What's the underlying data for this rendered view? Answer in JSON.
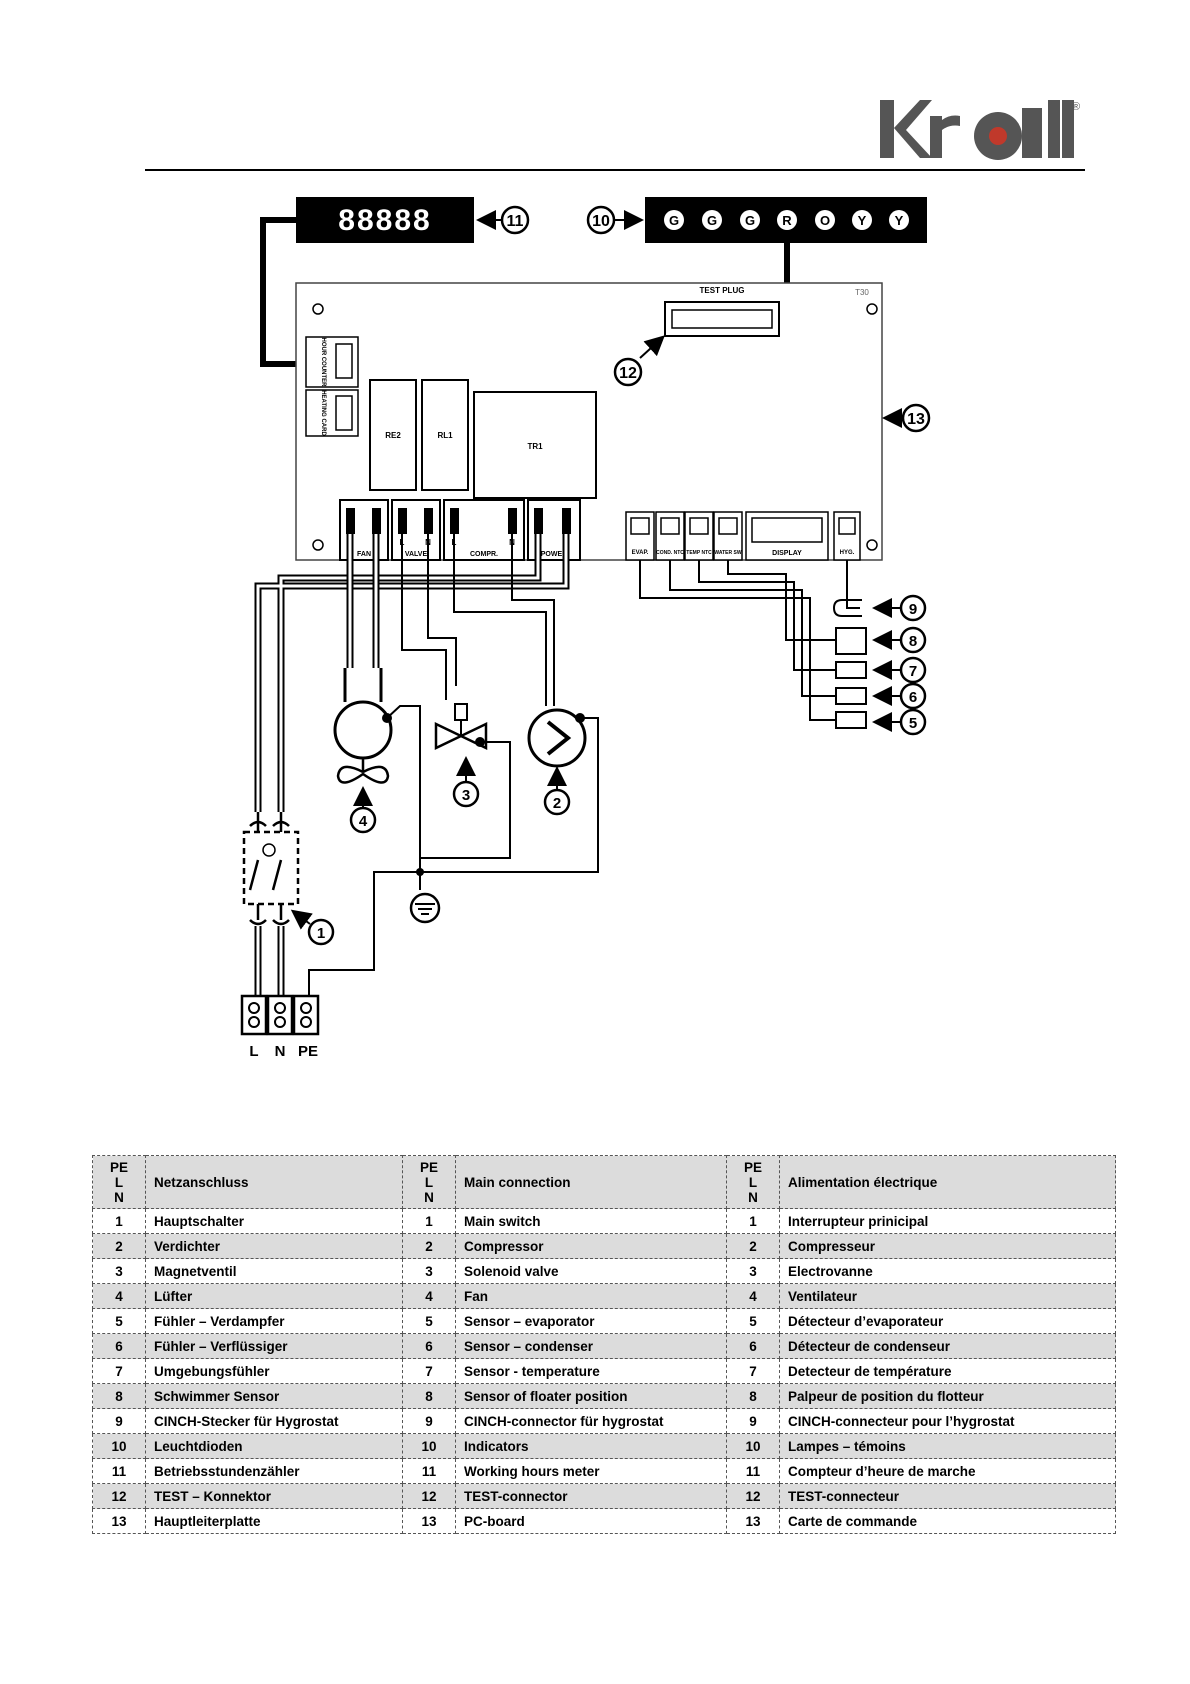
{
  "brand": {
    "name": "Kroll",
    "registered": "®"
  },
  "diagram": {
    "display_digits": "88888",
    "connector_pins": [
      "G",
      "G",
      "G",
      "R",
      "O",
      "Y",
      "Y"
    ],
    "board_labels": {
      "test_plug": "TEST PLUG",
      "board_id": "T30",
      "hour_counter": "HOUR COUNTER",
      "heating_card": "HEATING CARD",
      "relay_1": "RE2",
      "relay_2": "RL1",
      "transformer": "TR1",
      "terminal_fan": "FAN",
      "terminal_valve": "VALVE",
      "terminal_compr": "COMPR.",
      "terminal_power": "POWER",
      "sensor_evap": "EVAP.",
      "sensor_cond": "COND. NTC",
      "sensor_temp": "TEMP NTC",
      "sensor_water": "WATER SW",
      "display_port": "DISPLAY",
      "hygro_port": "HYG.",
      "pin_l": "L",
      "pin_n": "N"
    },
    "callouts": [
      "1",
      "2",
      "3",
      "4",
      "5",
      "6",
      "7",
      "8",
      "9",
      "10",
      "11",
      "12",
      "13"
    ],
    "mains_terminal_labels": [
      "L",
      "N",
      "PE"
    ]
  },
  "legend": {
    "header": {
      "code": [
        "PE",
        "L",
        "N"
      ],
      "de": "Netzanschluss",
      "en": "Main connection",
      "fr": "Alimentation électrique"
    },
    "rows": [
      {
        "no": "1",
        "de": "Hauptschalter",
        "en": "Main switch",
        "fr": "Interrupteur prinicipal"
      },
      {
        "no": "2",
        "de": "Verdichter",
        "en": "Compressor",
        "fr": "Compresseur"
      },
      {
        "no": "3",
        "de": "Magnetventil",
        "en": "Solenoid valve",
        "fr": "Electrovanne"
      },
      {
        "no": "4",
        "de": "Lüfter",
        "en": "Fan",
        "fr": "Ventilateur"
      },
      {
        "no": "5",
        "de": "Fühler – Verdampfer",
        "en": "Sensor – evaporator",
        "fr": "Détecteur d’evaporateur"
      },
      {
        "no": "6",
        "de": "Fühler – Verflüssiger",
        "en": "Sensor – condenser",
        "fr": "Détecteur de condenseur"
      },
      {
        "no": "7",
        "de": "Umgebungsfühler",
        "en": "Sensor - temperature",
        "fr": "Detecteur de température"
      },
      {
        "no": "8",
        "de": "Schwimmer Sensor",
        "en": "Sensor of floater position",
        "fr": "Palpeur de position du flotteur"
      },
      {
        "no": "9",
        "de": "CINCH-Stecker für Hygrostat",
        "en": "CINCH-connector für hygrostat",
        "fr": "CINCH-connecteur pour l’hygrostat"
      },
      {
        "no": "10",
        "de": "Leuchtdioden",
        "en": "Indicators",
        "fr": "Lampes – témoins"
      },
      {
        "no": "11",
        "de": "Betriebsstundenzähler",
        "en": "Working hours meter",
        "fr": "Compteur d’heure de marche"
      },
      {
        "no": "12",
        "de": "TEST – Konnektor",
        "en": "TEST-connector",
        "fr": "TEST-connecteur"
      },
      {
        "no": "13",
        "de": "Hauptleiterplatte",
        "en": "PC-board",
        "fr": "Carte de commande"
      }
    ]
  }
}
